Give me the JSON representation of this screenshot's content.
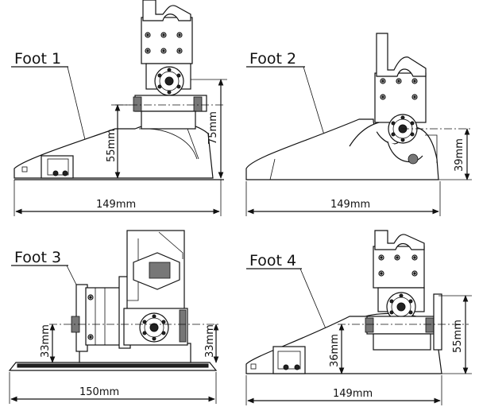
{
  "panels": [
    {
      "title": "Foot 1",
      "dims": {
        "width": "149mm",
        "height_a": "55mm",
        "height_b": "75mm"
      }
    },
    {
      "title": "Foot 2",
      "dims": {
        "width": "149mm",
        "height_a": "39mm"
      }
    },
    {
      "title": "Foot 3",
      "dims": {
        "width": "150mm",
        "height_a": "33mm",
        "height_b": "33mm"
      }
    },
    {
      "title": "Foot 4",
      "dims": {
        "width": "149mm",
        "height_a": "36mm",
        "height_b": "55mm"
      }
    }
  ]
}
